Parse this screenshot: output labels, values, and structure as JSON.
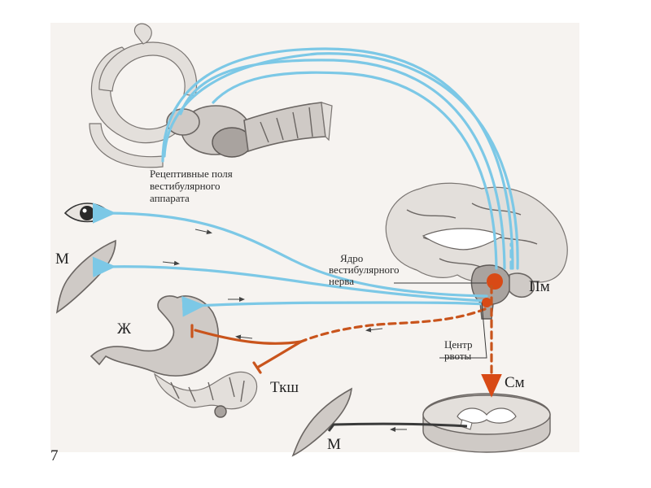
{
  "colors": {
    "afferent": "#7cc8e6",
    "efferent": "#c9541c",
    "nucleus": "#d84a16",
    "motor": "#3a3a3a"
  },
  "labels": {
    "receptive_fields_line1": "Рецептивные поля",
    "receptive_fields_line2": "вестибулярного",
    "receptive_fields_line3": "аппарата",
    "nucleus_line1": "Ядро",
    "nucleus_line2": "вестибулярного",
    "nucleus_line3": "нерва",
    "vomit_center_line1": "Центр",
    "vomit_center_line2": "рвоты",
    "muscle_top": "М",
    "stomach": "Ж",
    "intestine": "Ткш",
    "brain": "Пм",
    "spinal_cord": "См",
    "muscle_bottom": "М",
    "page_number": "7"
  }
}
